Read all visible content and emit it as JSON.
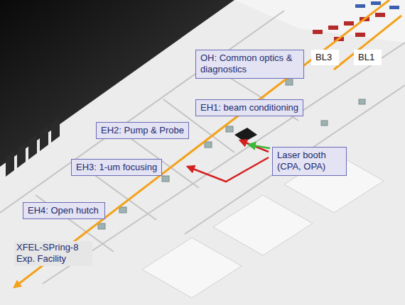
{
  "diagram": {
    "nodes": [
      {
        "text": [
          "OH: Common optics & diagnostics"
        ]
      },
      {
        "text": [
          "BL3"
        ]
      },
      {
        "text": [
          "BL1"
        ]
      },
      {
        "text": [
          "EH1: beam conditioning"
        ]
      },
      {
        "text": [
          "Laser booth (CPA, OPA)"
        ]
      },
      {
        "text": [
          "EH2: Pump & Probe"
        ]
      },
      {
        "text": [
          "EH3: 1-um focusing"
        ]
      },
      {
        "text": [
          "EH4: Open hutch"
        ]
      }
    ],
    "labels": [
      "XFEL-SPring-8 Exp. Facility"
    ]
  }
}
